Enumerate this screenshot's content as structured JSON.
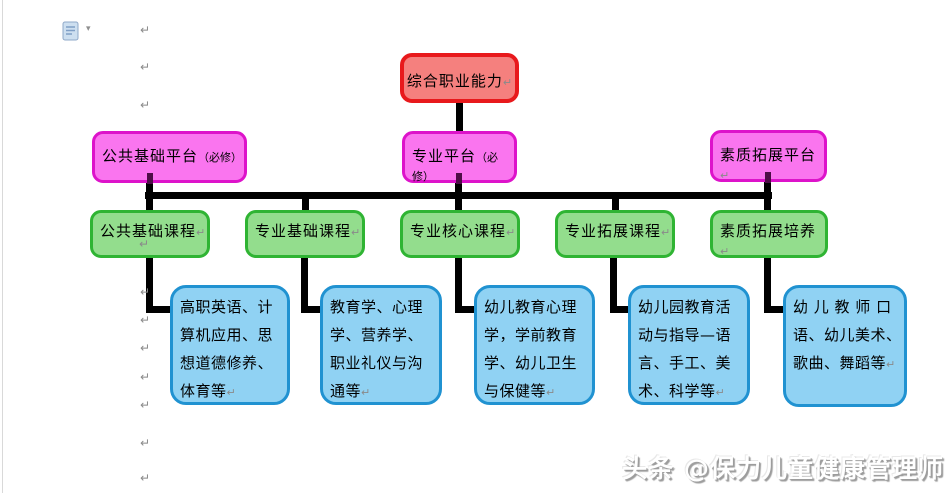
{
  "formatting_marks": {
    "char": "↵"
  },
  "icons": {
    "dropdown_caret": "▾"
  },
  "diagram": {
    "root": {
      "label": "综合职业能力",
      "mark": "↵"
    },
    "platforms": [
      {
        "label": "公共基础平台",
        "suffix": "（必修）",
        "mark": ""
      },
      {
        "label": "专业平台",
        "suffix": "（必修）",
        "mark": ""
      },
      {
        "label": "素质拓展平台",
        "suffix": "",
        "mark": "↵"
      }
    ],
    "courses": [
      {
        "label": "公共基础课程",
        "mark": "↵"
      },
      {
        "label": "专业基础课程",
        "mark": "↵"
      },
      {
        "label": "专业核心课程",
        "mark": "↵"
      },
      {
        "label": "专业拓展课程",
        "mark": "↵"
      },
      {
        "label": "素质拓展培养",
        "mark": "↵"
      }
    ],
    "course_details": [
      {
        "lines": [
          "高职英语、计",
          "算机应用、思",
          "想道德修养、",
          "体育等"
        ],
        "mark": "↵"
      },
      {
        "lines": [
          "教育学、心理",
          "学、营养学、",
          "职业礼仪与沟",
          "通等"
        ],
        "mark": "↵"
      },
      {
        "lines": [
          "幼儿教育心理",
          "学，学前教育",
          "学、幼儿卫生",
          "与保健等"
        ],
        "mark": "↵"
      },
      {
        "lines": [
          "幼儿园教育活",
          "动与指导—语",
          "言、手工、美",
          "术、科学等"
        ],
        "mark": "↵"
      },
      {
        "lines": [
          "幼 儿 教 师 口",
          "语、幼儿美术、",
          "歌曲、舞蹈等"
        ],
        "mark": "↵"
      }
    ],
    "colors": {
      "root_fill": "#f5807e",
      "root_border": "#e8191c",
      "platform_fill": "#fa75ef",
      "platform_border": "#dd13ca",
      "course_fill": "#93dd8d",
      "course_border": "#2fb433",
      "detail_fill": "#90d2f3",
      "detail_border": "#2092d1",
      "connector": "#000000"
    }
  },
  "watermark": {
    "text": "头条 @保力儿童健康管理师"
  }
}
